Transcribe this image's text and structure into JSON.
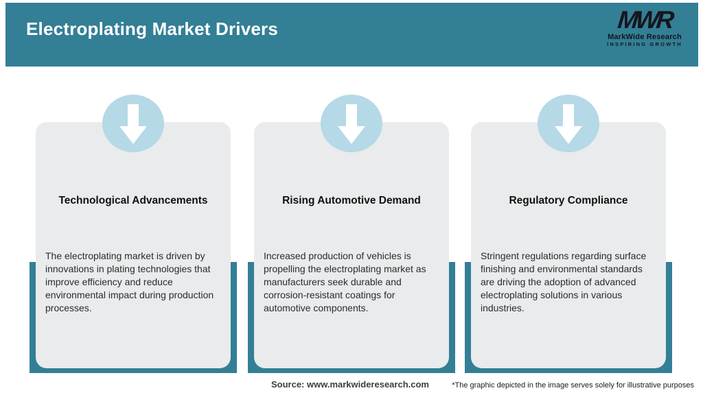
{
  "header": {
    "title": "Electroplating Market Drivers",
    "logo": {
      "monogram": "MWR",
      "name": "MarkWide Research",
      "tagline": "INSPIRING GROWTH"
    }
  },
  "cards": [
    {
      "icon": "down-arrow-icon",
      "title": "Technological Advancements",
      "description": "The electroplating market is driven by innovations in plating technologies that improve efficiency and reduce environmental impact during production processes."
    },
    {
      "icon": "down-arrow-icon",
      "title": "Rising Automotive Demand",
      "description": "Increased production of vehicles is propelling the electroplating market as manufacturers seek durable and corrosion-resistant coatings for automotive components."
    },
    {
      "icon": "down-arrow-icon",
      "title": "Regulatory Compliance",
      "description": "Stringent regulations regarding surface finishing and environmental standards are driving the adoption of advanced electroplating solutions in various industries."
    }
  ],
  "footer": {
    "source": "Source: www.markwideresearch.com",
    "disclaimer": "*The graphic depicted in the image serves solely for illustrative purposes"
  },
  "colors": {
    "teal": "#337f95",
    "circle": "#b5d9e6",
    "card": "#e9ebec",
    "logo_dark": "#15151e",
    "title_text": "#111111",
    "body_text": "#2b2b2b",
    "source_text": "#3d3d3d"
  }
}
